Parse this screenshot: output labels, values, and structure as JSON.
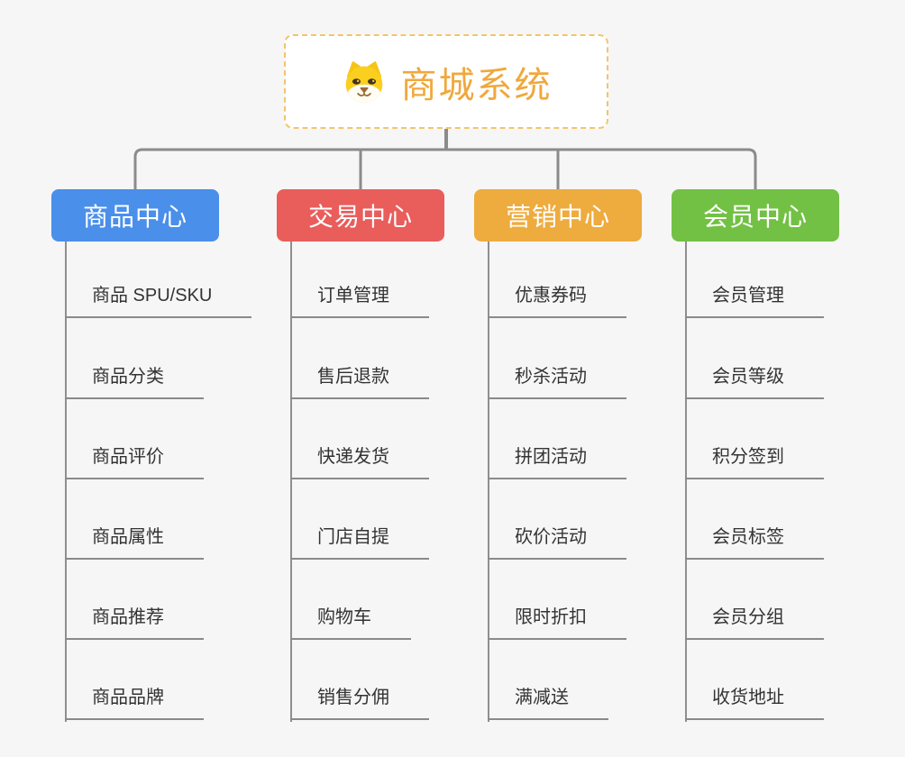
{
  "root": {
    "title": "商城系统",
    "icon": "dog-icon"
  },
  "branches": [
    {
      "label": "商品中心",
      "color": "#4a8fea",
      "items": [
        "商品 SPU/SKU",
        "商品分类",
        "商品评价",
        "商品属性",
        "商品推荐",
        "商品品牌"
      ]
    },
    {
      "label": "交易中心",
      "color": "#e95d5b",
      "items": [
        "订单管理",
        "售后退款",
        "快递发货",
        "门店自提",
        "购物车",
        "销售分佣"
      ]
    },
    {
      "label": "营销中心",
      "color": "#eeab3e",
      "items": [
        "优惠券码",
        "秒杀活动",
        "拼团活动",
        "砍价活动",
        "限时折扣",
        "满减送"
      ]
    },
    {
      "label": "会员中心",
      "color": "#72c144",
      "items": [
        "会员管理",
        "会员等级",
        "积分签到",
        "会员标签",
        "会员分组",
        "收货地址"
      ]
    }
  ],
  "colors": {
    "background": "#f6f6f6",
    "connector_gray": "#8b8b8b",
    "root_text": "#f0a83c",
    "root_border": "#f3c46d",
    "item_text": "#333333"
  }
}
